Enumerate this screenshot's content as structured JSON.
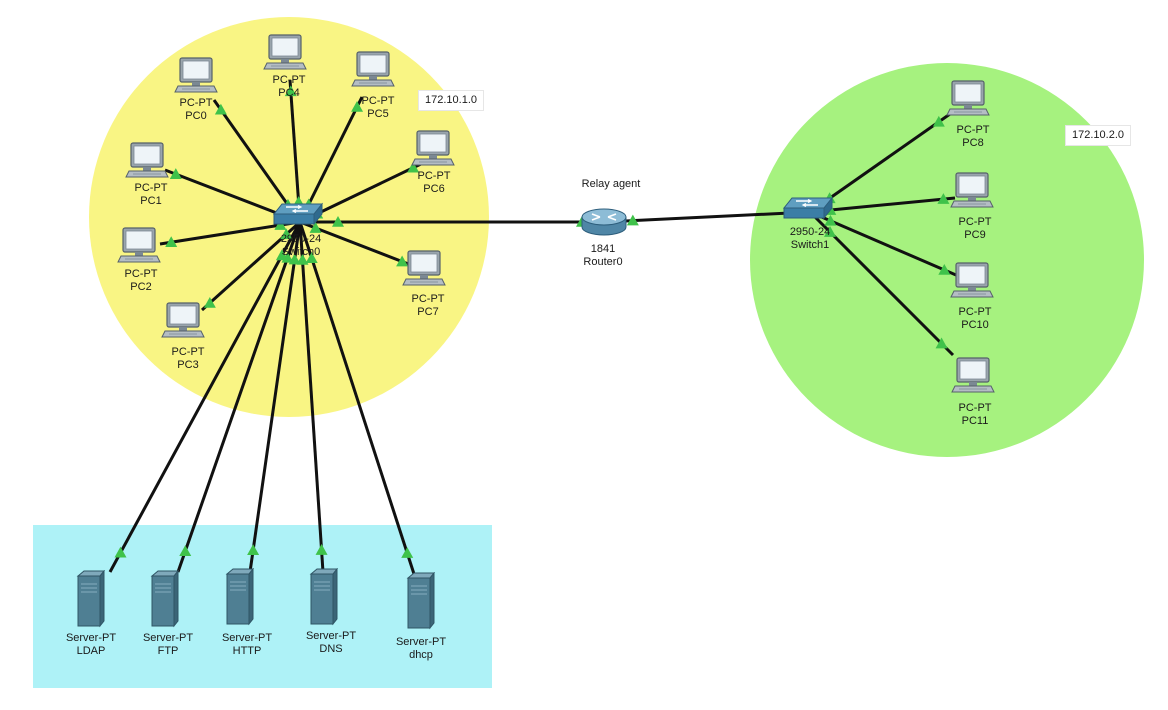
{
  "colors": {
    "zone_lan1": "#f9f584",
    "zone_lan2": "#a6f27f",
    "server_area": "#aef2f7",
    "cable": "#111111",
    "link_light": "#3fc24a"
  },
  "zones": [
    {
      "id": "lan1",
      "label": "172.10.1.0"
    },
    {
      "id": "lan2",
      "label": "172.10.2.0"
    }
  ],
  "relay_label": "Relay agent",
  "devices": [
    {
      "id": "pc0",
      "icon": "pc-icon",
      "model": "PC-PT",
      "name": "PC0"
    },
    {
      "id": "pc4",
      "icon": "pc-icon",
      "model": "PC-PT",
      "name": "PC4"
    },
    {
      "id": "pc5",
      "icon": "pc-icon",
      "model": "PC-PT",
      "name": "PC5"
    },
    {
      "id": "pc1",
      "icon": "pc-icon",
      "model": "PC-PT",
      "name": "PC1"
    },
    {
      "id": "pc6",
      "icon": "pc-icon",
      "model": "PC-PT",
      "name": "PC6"
    },
    {
      "id": "pc2",
      "icon": "pc-icon",
      "model": "PC-PT",
      "name": "PC2"
    },
    {
      "id": "pc7",
      "icon": "pc-icon",
      "model": "PC-PT",
      "name": "PC7"
    },
    {
      "id": "pc3",
      "icon": "pc-icon",
      "model": "PC-PT",
      "name": "PC3"
    },
    {
      "id": "switch0",
      "icon": "switch-icon",
      "model": "2950-24",
      "name": "Switch0"
    },
    {
      "id": "router0",
      "icon": "router-icon",
      "model": "1841",
      "name": "Router0"
    },
    {
      "id": "switch1",
      "icon": "switch-icon",
      "model": "2950-24",
      "name": "Switch1"
    },
    {
      "id": "pc8",
      "icon": "pc-icon",
      "model": "PC-PT",
      "name": "PC8"
    },
    {
      "id": "pc9",
      "icon": "pc-icon",
      "model": "PC-PT",
      "name": "PC9"
    },
    {
      "id": "pc10",
      "icon": "pc-icon",
      "model": "PC-PT",
      "name": "PC10"
    },
    {
      "id": "pc11",
      "icon": "pc-icon",
      "model": "PC-PT",
      "name": "PC11"
    },
    {
      "id": "srv_ldap",
      "icon": "server-icon",
      "model": "Server-PT",
      "name": "LDAP"
    },
    {
      "id": "srv_ftp",
      "icon": "server-icon",
      "model": "Server-PT",
      "name": "FTP"
    },
    {
      "id": "srv_http",
      "icon": "server-icon",
      "model": "Server-PT",
      "name": "HTTP"
    },
    {
      "id": "srv_dns",
      "icon": "server-icon",
      "model": "Server-PT",
      "name": "DNS"
    },
    {
      "id": "srv_dhcp",
      "icon": "server-icon",
      "model": "Server-PT",
      "name": "dhcp"
    }
  ],
  "links": [
    [
      "switch0",
      "pc0"
    ],
    [
      "switch0",
      "pc4"
    ],
    [
      "switch0",
      "pc5"
    ],
    [
      "switch0",
      "pc1"
    ],
    [
      "switch0",
      "pc6"
    ],
    [
      "switch0",
      "pc2"
    ],
    [
      "switch0",
      "pc7"
    ],
    [
      "switch0",
      "pc3"
    ],
    [
      "switch0",
      "router0"
    ],
    [
      "router0",
      "switch1"
    ],
    [
      "switch1",
      "pc8"
    ],
    [
      "switch1",
      "pc9"
    ],
    [
      "switch1",
      "pc10"
    ],
    [
      "switch1",
      "pc11"
    ],
    [
      "switch0",
      "srv_ldap"
    ],
    [
      "switch0",
      "srv_ftp"
    ],
    [
      "switch0",
      "srv_http"
    ],
    [
      "switch0",
      "srv_dns"
    ],
    [
      "switch0",
      "srv_dhcp"
    ]
  ]
}
